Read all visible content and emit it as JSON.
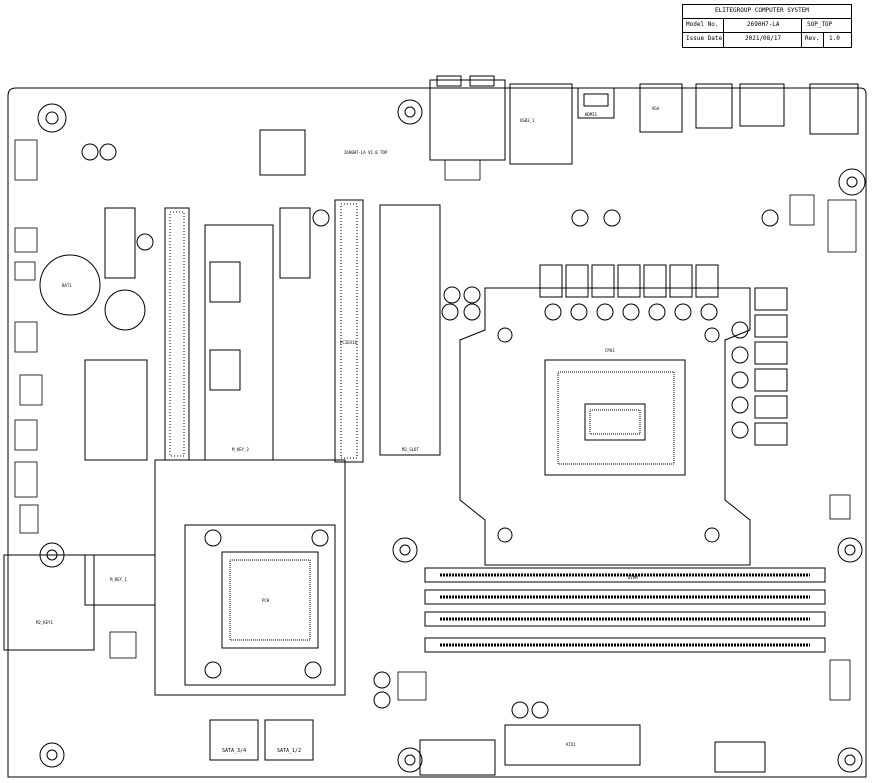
{
  "title_block": {
    "company": "ELITEGROUP COMPUTER SYSTEM",
    "model_label": "Model No.",
    "model_value": "2690H7-LA",
    "sheet_value": "SOP_TOP",
    "issue_label": "Issue Date",
    "issue_value": "2021/08/17",
    "rev_label": "Rev.",
    "rev_value": "1.0"
  },
  "labels": {
    "sata_a": "SATA_3/4",
    "sata_b": "SATA_1/2",
    "dimm": "DIMM",
    "m2_top": "M_KEY_2",
    "m2_left": "M_KEY_1",
    "m2_bottom": "M2_KEY1",
    "ssd_slot": "M2_SLOT",
    "pcie_note": "PCIEX16",
    "board_note": "2690H7-LA V1.0 TOP",
    "usb": "USB3_1",
    "hdmi": "HDMI1",
    "vga": "VGA",
    "bat": "BAT1",
    "cpu": "CPU1",
    "pch": "PCH",
    "atx": "ATX1"
  },
  "colors": {
    "ink": "#000000",
    "paper": "#ffffff"
  }
}
